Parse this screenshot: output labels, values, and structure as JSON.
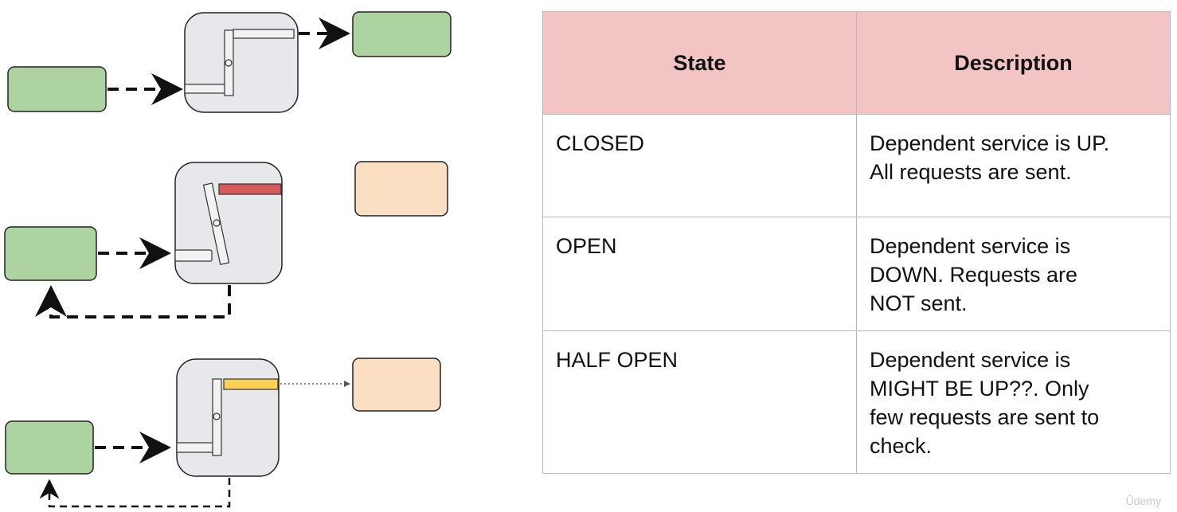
{
  "colors": {
    "service_green": "#add4a0",
    "service_peach": "#fbdfc2",
    "breaker_body": "#e6e8ec",
    "open_red": "#d65a5a",
    "half_open_yellow": "#f7d055",
    "header_pink": "#f2c4c4"
  },
  "table": {
    "headers": {
      "state": "State",
      "description": "Description"
    },
    "rows": [
      {
        "state": "CLOSED",
        "description": [
          "Dependent service is UP.",
          "All requests are sent."
        ]
      },
      {
        "state": "OPEN",
        "description": [
          "Dependent service is",
          "DOWN. Requests are",
          "NOT sent."
        ]
      },
      {
        "state": "HALF OPEN",
        "description": [
          "Dependent service is",
          "MIGHT BE UP??. Only",
          "few requests are sent to",
          "check."
        ]
      }
    ]
  },
  "watermark": "Ûdemy"
}
